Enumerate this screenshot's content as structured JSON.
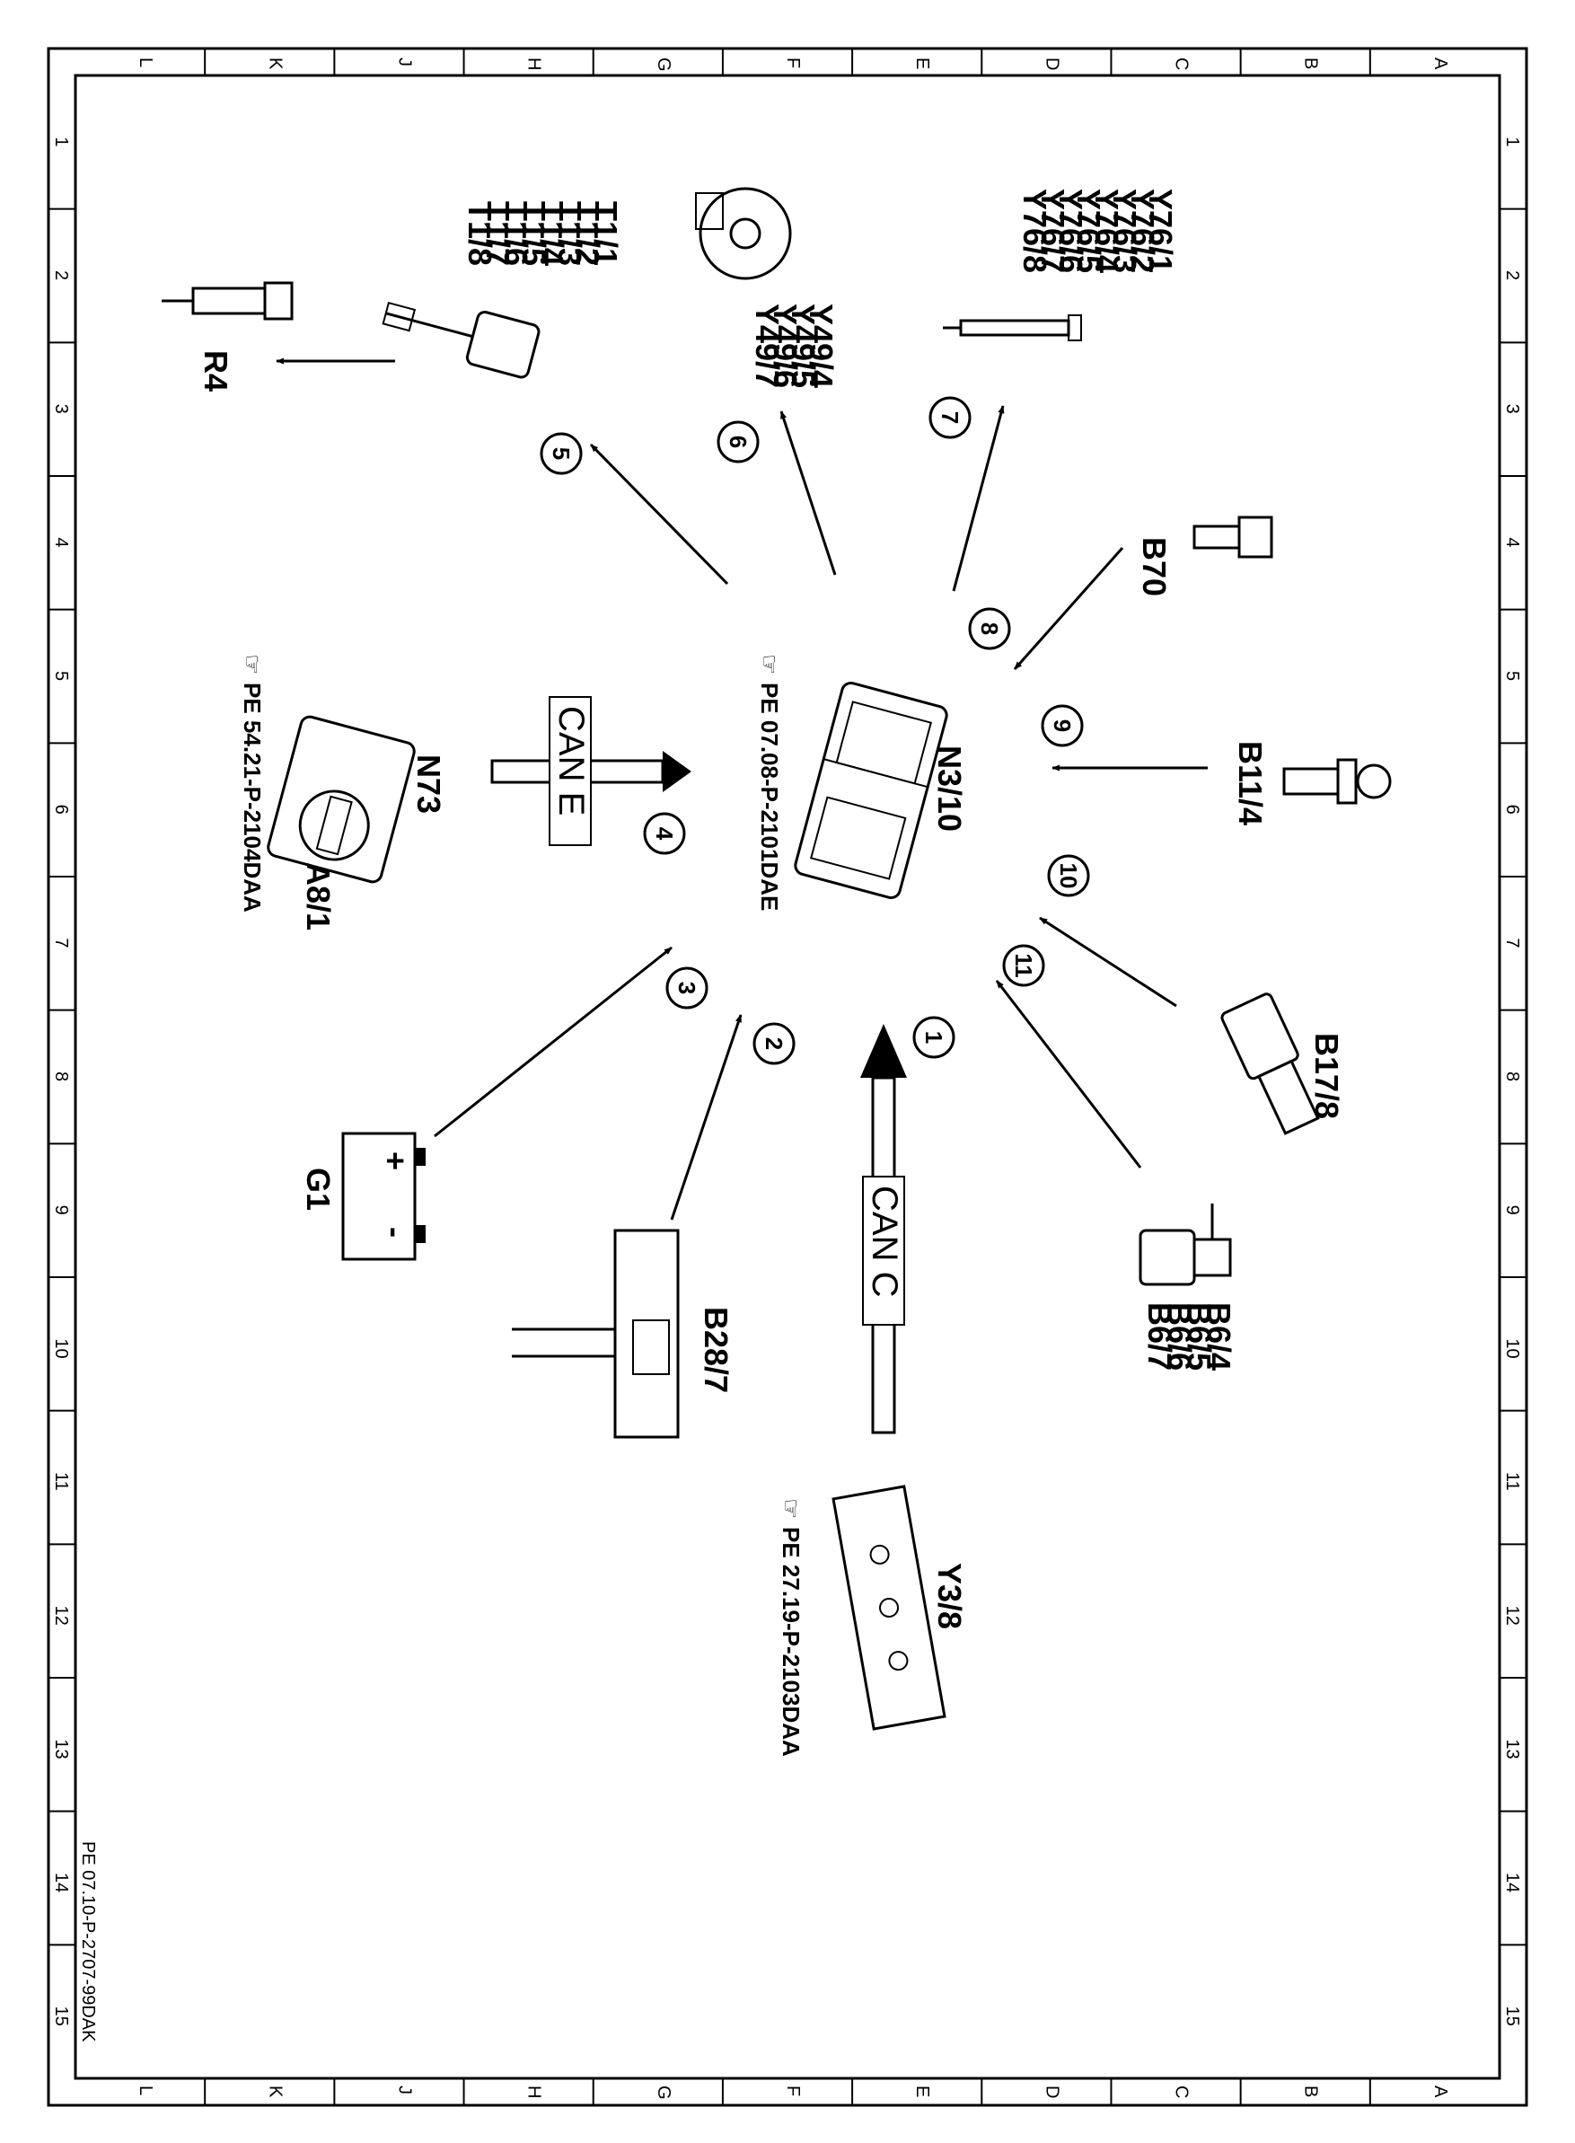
{
  "frame": {
    "col_labels": [
      "L",
      "K",
      "J",
      "H",
      "G",
      "F",
      "E",
      "D",
      "C",
      "B",
      "A"
    ],
    "row_labels": [
      "1",
      "2",
      "3",
      "4",
      "5",
      "6",
      "7",
      "8",
      "9",
      "10",
      "11",
      "12",
      "13",
      "14",
      "15"
    ],
    "document_code": "PE 07.10-P-2707-99DAK"
  },
  "center": {
    "label": "N3/10",
    "ref": "PE 07.08-P-2101DAE"
  },
  "components": {
    "r4": "R4",
    "t1": [
      "T1/1",
      "T1/2",
      "T1/3",
      "T1/4",
      "T1/5",
      "T1/6",
      "T1/7",
      "T1/8"
    ],
    "y49": [
      "Y49/4",
      "Y49/5",
      "Y49/6",
      "Y49/7"
    ],
    "y76": [
      "Y76/1",
      "Y76/2",
      "Y76/3",
      "Y76/4",
      "Y76/5",
      "Y76/6",
      "Y76/7",
      "Y76/8"
    ],
    "b70": "B70",
    "b11": "B11/4",
    "b17": "B17/8",
    "b6": [
      "B6/4",
      "B6/5",
      "B6/6",
      "B6/7"
    ],
    "y3": "Y3/8",
    "y3_ref": "PE 27.19-P-2103DAA",
    "b28": "B28/7",
    "g1": "G1",
    "g1_plus": "+",
    "g1_minus": "-",
    "n73": "N73",
    "a8": "A8/1",
    "n73_ref": "PE 54.21-P-2104DAA"
  },
  "bus": {
    "can_e": "CAN E",
    "can_c": "CAN C"
  },
  "badges": [
    "1",
    "2",
    "3",
    "4",
    "5",
    "6",
    "7",
    "8",
    "9",
    "10",
    "11"
  ]
}
